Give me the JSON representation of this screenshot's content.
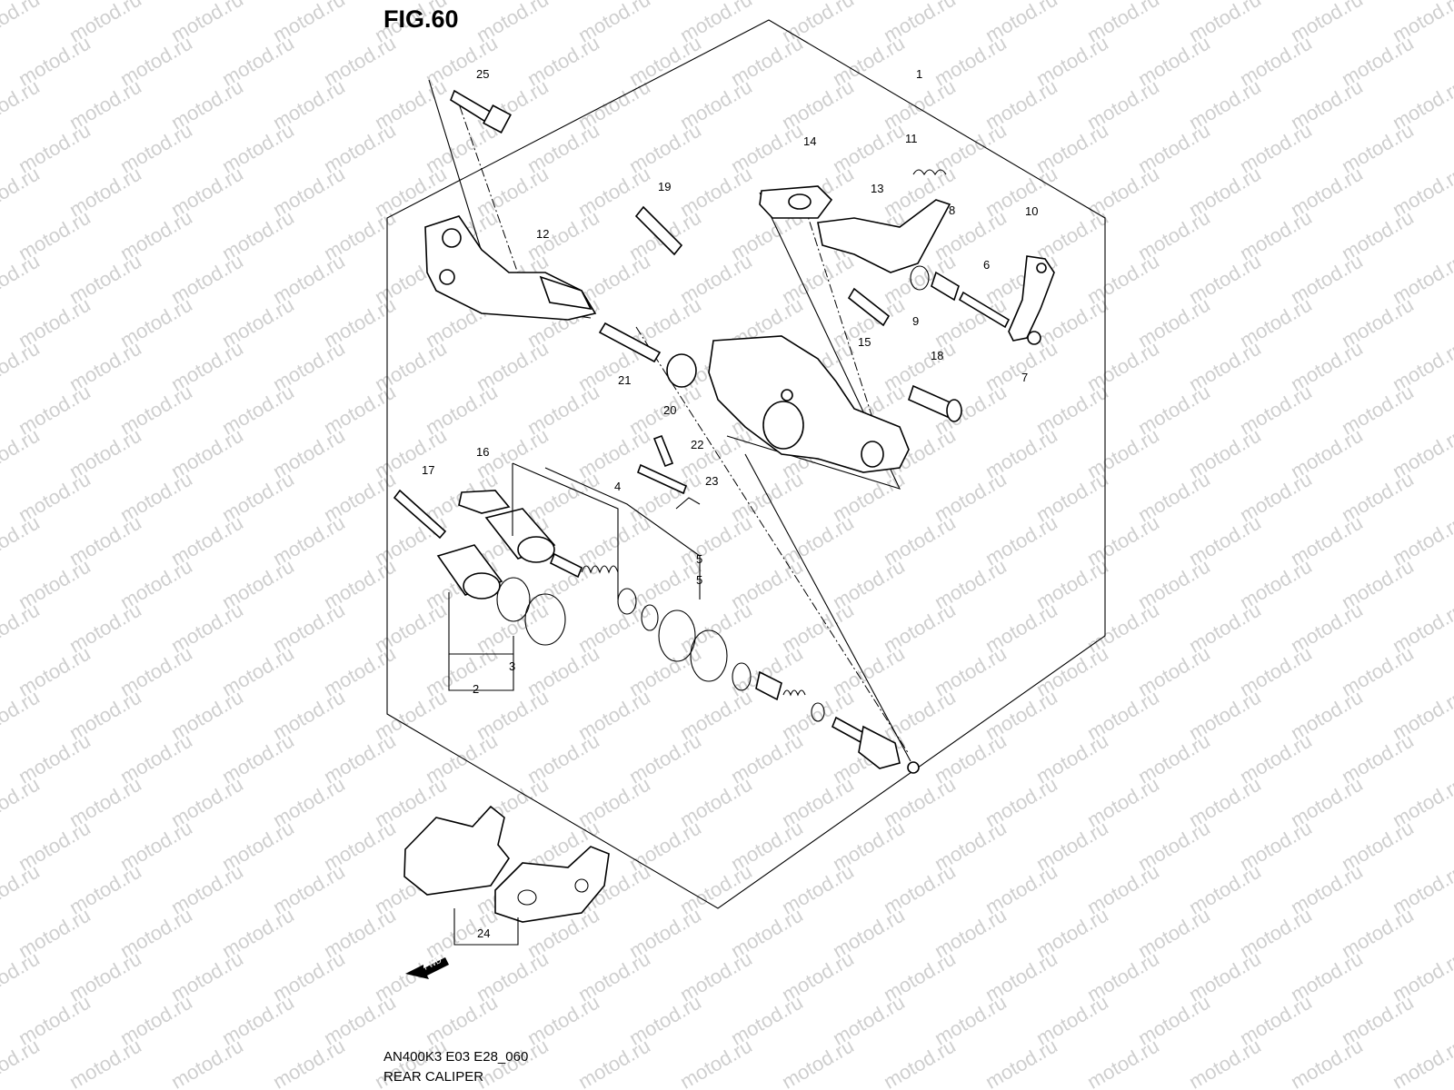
{
  "figure": {
    "title": "FIG.60"
  },
  "caption": {
    "code": "AN400K3 E03 E28_060",
    "name": "REAR CALIPER"
  },
  "watermark": {
    "text": "motod.ru",
    "color": "#cfcfcf"
  },
  "fwd_label": "FWD",
  "callouts": [
    "1",
    "2",
    "3",
    "4",
    "5",
    "5",
    "6",
    "7",
    "8",
    "9",
    "10",
    "11",
    "12",
    "13",
    "14",
    "15",
    "16",
    "17",
    "18",
    "19",
    "20",
    "21",
    "22",
    "23",
    "24",
    "25"
  ]
}
